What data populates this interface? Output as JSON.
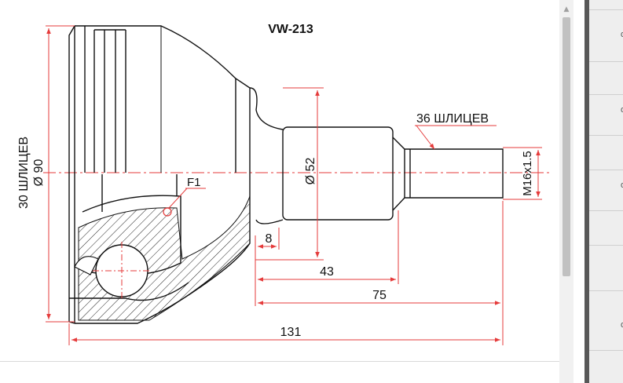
{
  "drawing": {
    "title": "VW-213",
    "label_vertical_splines": "30 ШЛИЦЕВ",
    "label_vertical_diameter": "Ø 90",
    "label_outer_splines": "36 ШЛИЦЕВ",
    "label_shaft_diameter": "Ø 52",
    "label_thread": "M16x1.5",
    "label_marker": "F1",
    "dim_8": "8",
    "dim_43": "43",
    "dim_75": "75",
    "dim_131": "131",
    "line_color": "#e53b3b",
    "outline_color": "#111111"
  },
  "scrollbar": {
    "up_arrow": "▲"
  },
  "side_panel": {
    "items": [
      "o",
      "o",
      "o",
      "o"
    ]
  }
}
